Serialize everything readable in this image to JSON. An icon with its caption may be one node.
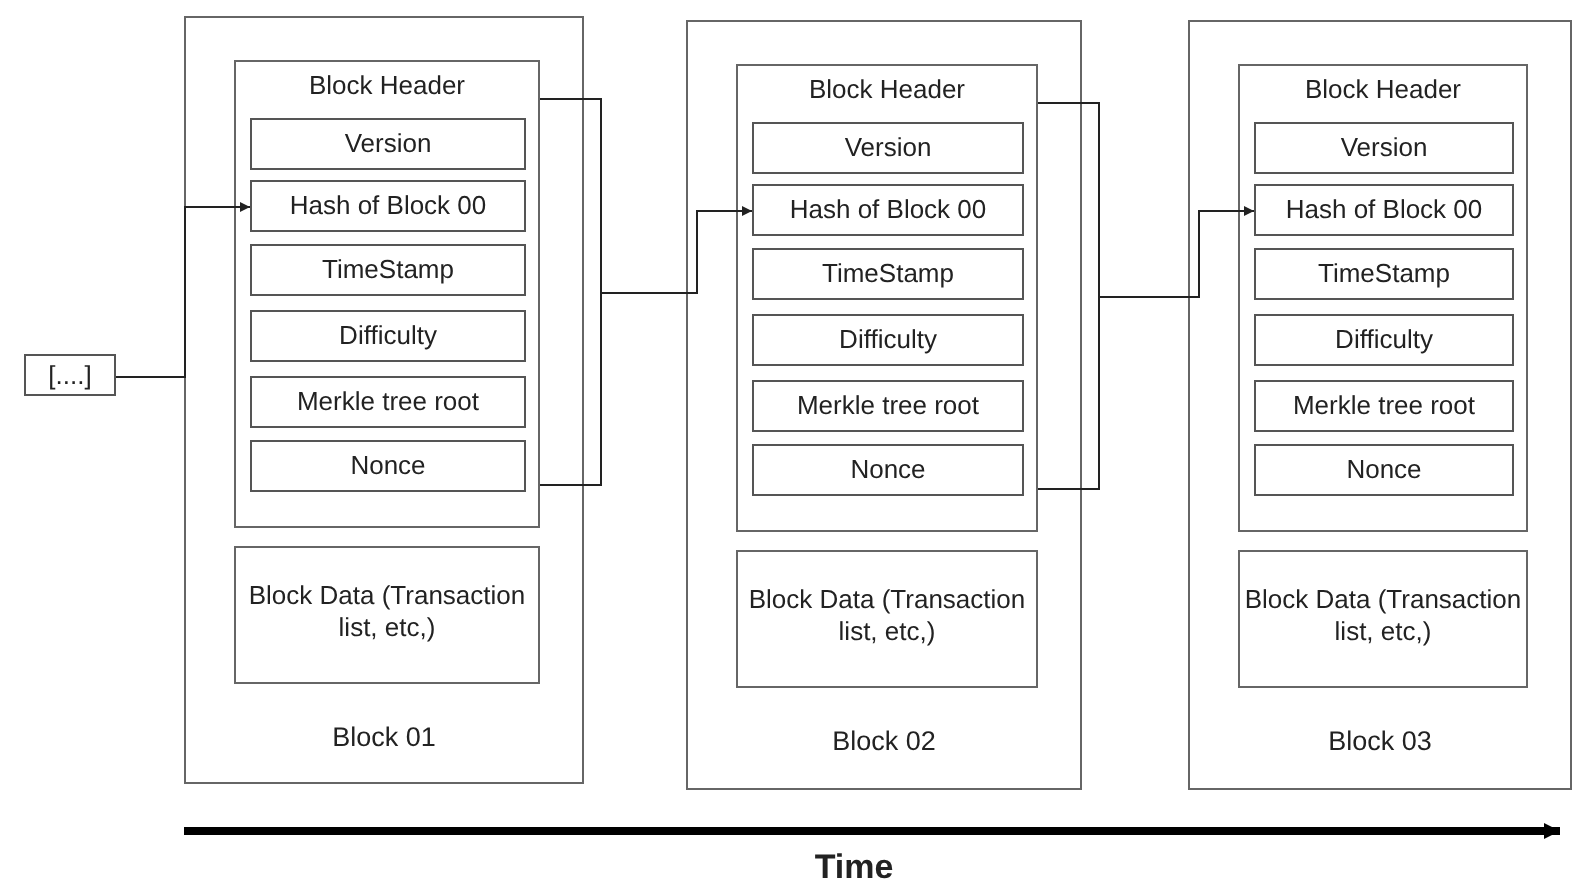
{
  "diagram": {
    "nodes": [
      {
        "text": [
          "[....]"
        ]
      },
      {
        "text": [
          "Block 01"
        ]
      },
      {
        "text": [
          "Block Header"
        ],
        "in": 1
      },
      {
        "text": [
          "Version"
        ],
        "in": 2
      },
      {
        "text": [
          "Hash of Block 00"
        ],
        "in": 2
      },
      {
        "text": [
          "TimeStamp"
        ],
        "in": 2
      },
      {
        "text": [
          "Difficulty"
        ],
        "in": 2
      },
      {
        "text": [
          "Merkle tree root"
        ],
        "in": 2
      },
      {
        "text": [
          "Nonce"
        ],
        "in": 2
      },
      {
        "text": [
          "Block Data (Transaction list, etc,)"
        ],
        "in": 1
      },
      {
        "text": [
          "Block 02"
        ]
      },
      {
        "text": [
          "Block Header"
        ],
        "in": 10
      },
      {
        "text": [
          "Version"
        ],
        "in": 11
      },
      {
        "text": [
          "Hash of Block 00"
        ],
        "in": 11
      },
      {
        "text": [
          "TimeStamp"
        ],
        "in": 11
      },
      {
        "text": [
          "Difficulty"
        ],
        "in": 11
      },
      {
        "text": [
          "Merkle tree root"
        ],
        "in": 11
      },
      {
        "text": [
          "Nonce"
        ],
        "in": 11
      },
      {
        "text": [
          "Block Data (Transaction list, etc,)"
        ],
        "in": 10
      },
      {
        "text": [
          "Block 03"
        ]
      },
      {
        "text": [
          "Block Header"
        ],
        "in": 19
      },
      {
        "text": [
          "Version"
        ],
        "in": 20
      },
      {
        "text": [
          "Hash of Block 00"
        ],
        "in": 20
      },
      {
        "text": [
          "TimeStamp"
        ],
        "in": 20
      },
      {
        "text": [
          "Difficulty"
        ],
        "in": 20
      },
      {
        "text": [
          "Merkle tree root"
        ],
        "in": 20
      },
      {
        "text": [
          "Nonce"
        ],
        "in": 20
      },
      {
        "text": [
          "Block Data (Transaction list, etc,)"
        ],
        "in": 19
      }
    ],
    "edges": [
      {
        "from": 0,
        "to": 4,
        "arrow": "to"
      },
      {
        "from": 2,
        "to": 13,
        "arrow": "to"
      },
      {
        "from": 11,
        "to": 22,
        "arrow": "to"
      }
    ],
    "labels": [
      "Time"
    ]
  }
}
